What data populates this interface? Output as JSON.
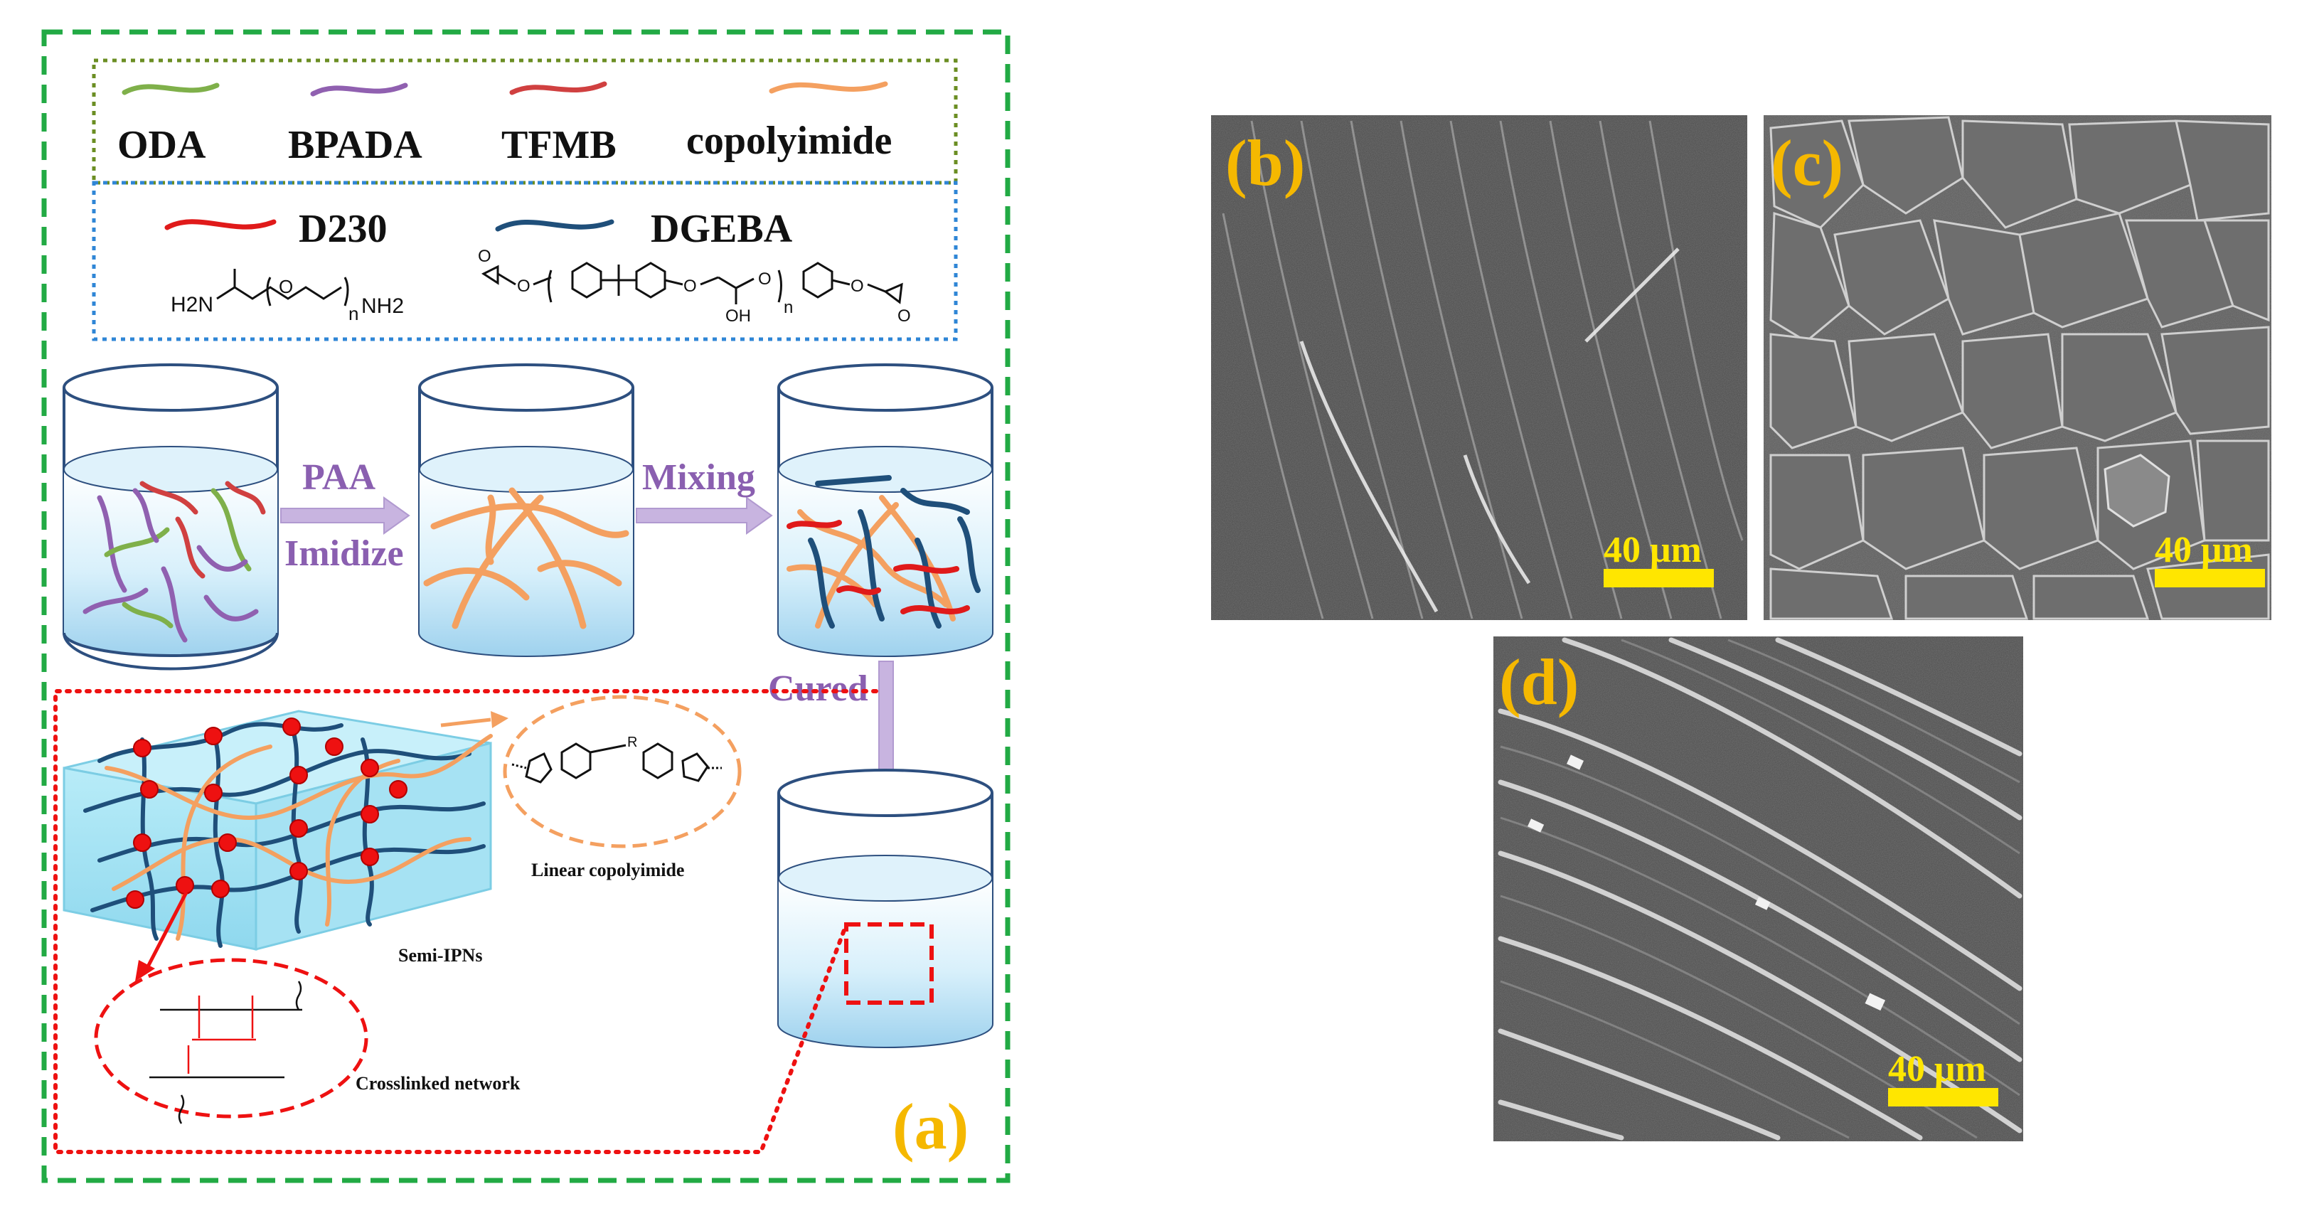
{
  "colors": {
    "oda": "#7fb04a",
    "bpada": "#9060b0",
    "tfmb": "#d04040",
    "copolyimide": "#f4a060",
    "d230": "#e01a1a",
    "dgeba": "#1f4f7a",
    "panel_label": "#f5b800",
    "scale_bar": "#ffe600",
    "outer_border": "#22aa44",
    "legend_border_top": "#6b8e23",
    "legend_border_bottom": "#2f86d6",
    "inset_border": "#ee1111",
    "arrow": "#c8b4e0",
    "beaker_stroke": "#2d4f7f",
    "liquid": "#c6e8f8"
  },
  "legend": {
    "items": [
      {
        "label": "ODA"
      },
      {
        "label": "BPADA"
      },
      {
        "label": "TFMB"
      },
      {
        "label": "copolyimide"
      }
    ],
    "reagents": [
      {
        "label": "D230"
      },
      {
        "label": "DGEBA"
      }
    ],
    "d230_formula": {
      "h2n": "H2N",
      "n": "n",
      "nh2": "NH2"
    },
    "dgeba_formula": {
      "oh": "OH",
      "n": "n"
    }
  },
  "process": {
    "step1_top": "PAA",
    "step1_bottom": "Imidize",
    "step2": "Mixing",
    "step3": "Cured"
  },
  "inset": {
    "semi_ipns": "Semi-IPNs",
    "linear_copolyimide": "Linear copolyimide",
    "crosslinked_network": "Crosslinked network"
  },
  "panels": {
    "a": "(a)",
    "b": "(b)",
    "c": "(c)",
    "d": "(d)"
  },
  "scale_bar": "40 μm"
}
